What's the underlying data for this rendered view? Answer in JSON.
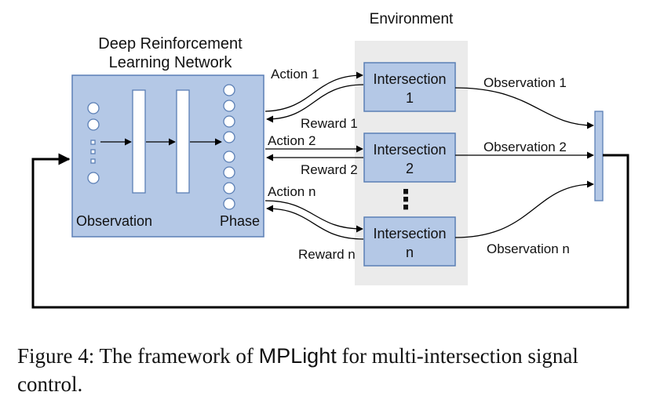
{
  "diagram": {
    "environment_label": "Environment",
    "network_title_line1": "Deep Reinforcement",
    "network_title_line2": "Learning Network",
    "observation_label": "Observation",
    "phase_label": "Phase",
    "intersections": [
      {
        "name": "Intersection",
        "index": "1"
      },
      {
        "name": "Intersection",
        "index": "2"
      },
      {
        "name": "Intersection",
        "index": "n"
      }
    ],
    "actions": [
      "Action 1",
      "Action 2",
      "Action n"
    ],
    "rewards": [
      "Reward 1",
      "Reward 2",
      "Reward n"
    ],
    "observations": [
      "Observation 1",
      "Observation 2",
      "Observation n"
    ],
    "ellipsis": "⋮",
    "colors": {
      "box_fill": "#b4c8e6",
      "box_stroke": "#5b7fb5",
      "env_bg": "#ebebeb",
      "line": "#000000"
    }
  },
  "caption": {
    "prefix": "Figure 4: The framework of ",
    "system": "MPLight",
    "suffix": " for multi-intersection signal control."
  }
}
